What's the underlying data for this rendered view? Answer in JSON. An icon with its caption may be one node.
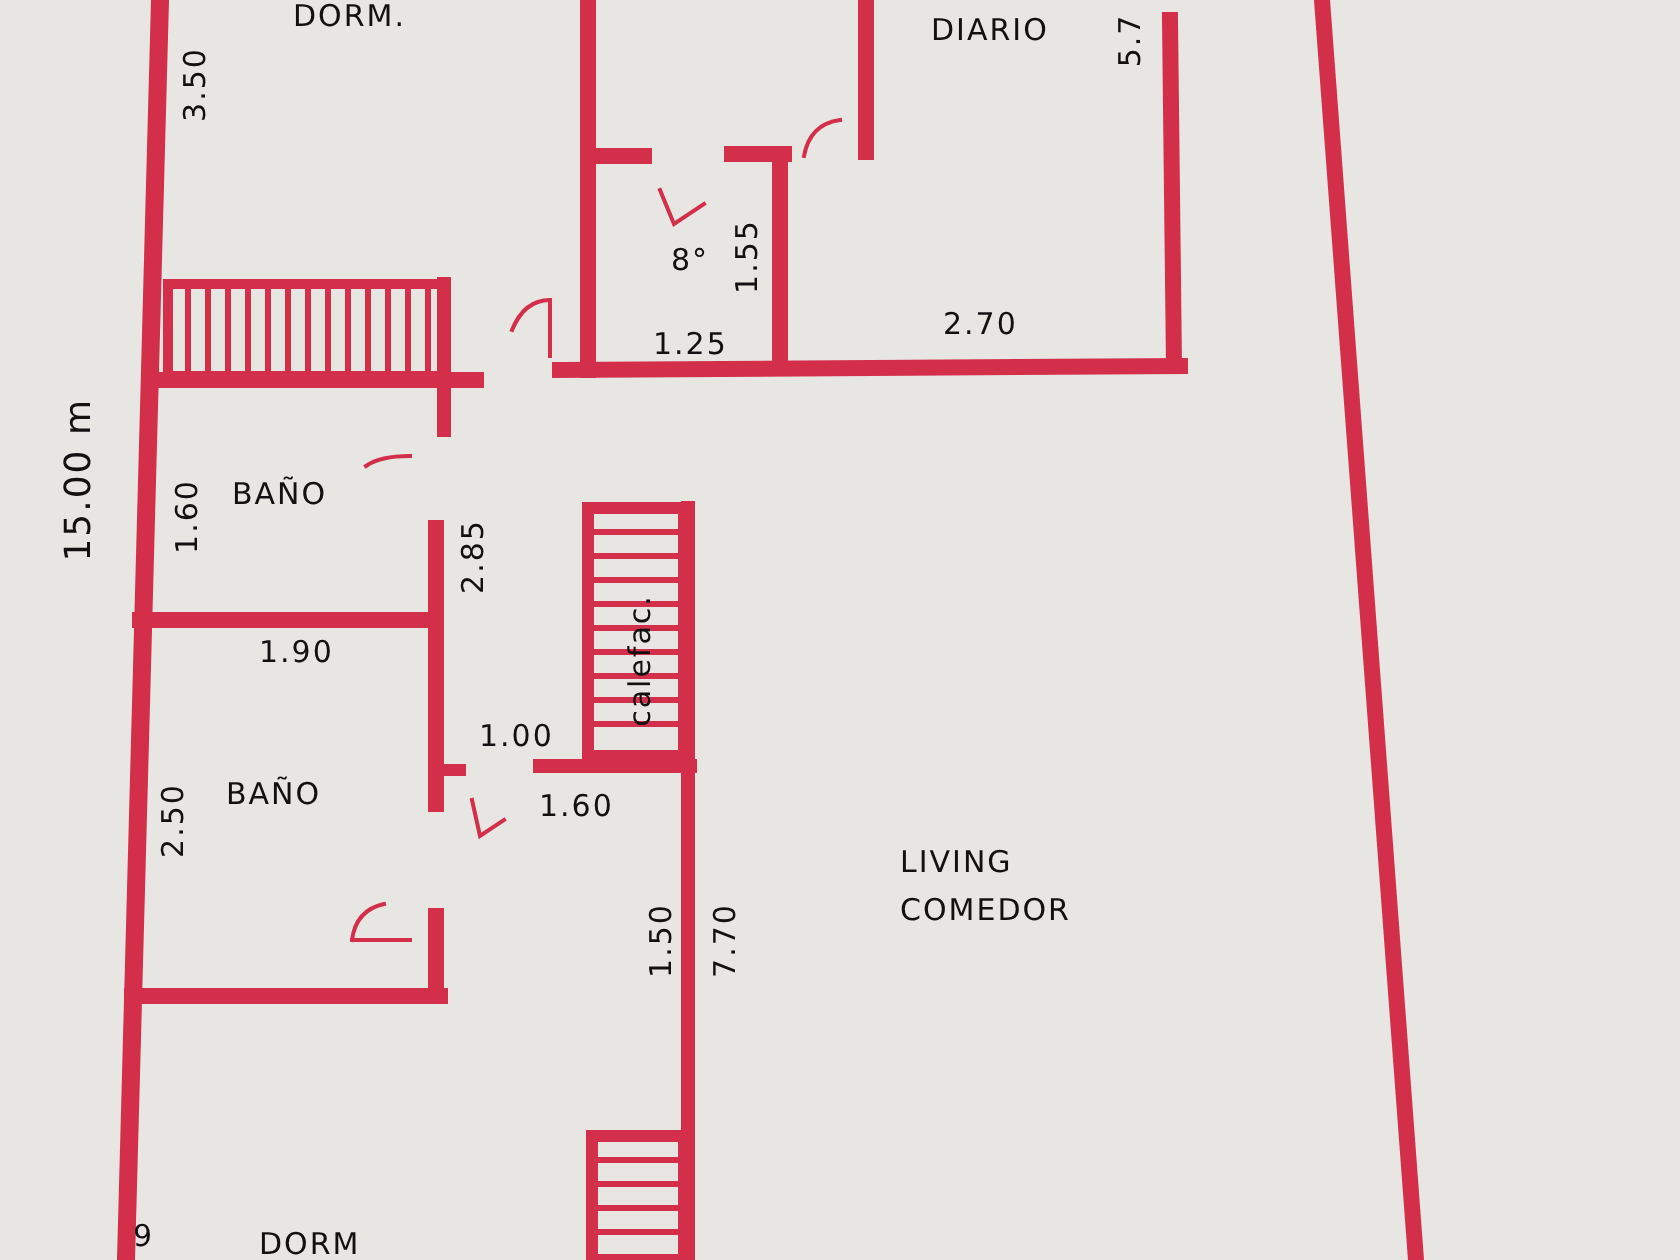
{
  "diagram": {
    "labels": [
      "DORM.",
      "3.50",
      "DIARIO",
      "5.7",
      "8°",
      "1.55",
      "1.25",
      "2.70",
      "15.00 m",
      "1.60",
      "BAÑO",
      "2.85",
      "1.90",
      "1.00",
      "calefac.",
      "BAÑO",
      "2.50",
      "1.60",
      "LIVING COMEDOR",
      "1.50",
      "7.70",
      "9",
      "DORM"
    ]
  }
}
